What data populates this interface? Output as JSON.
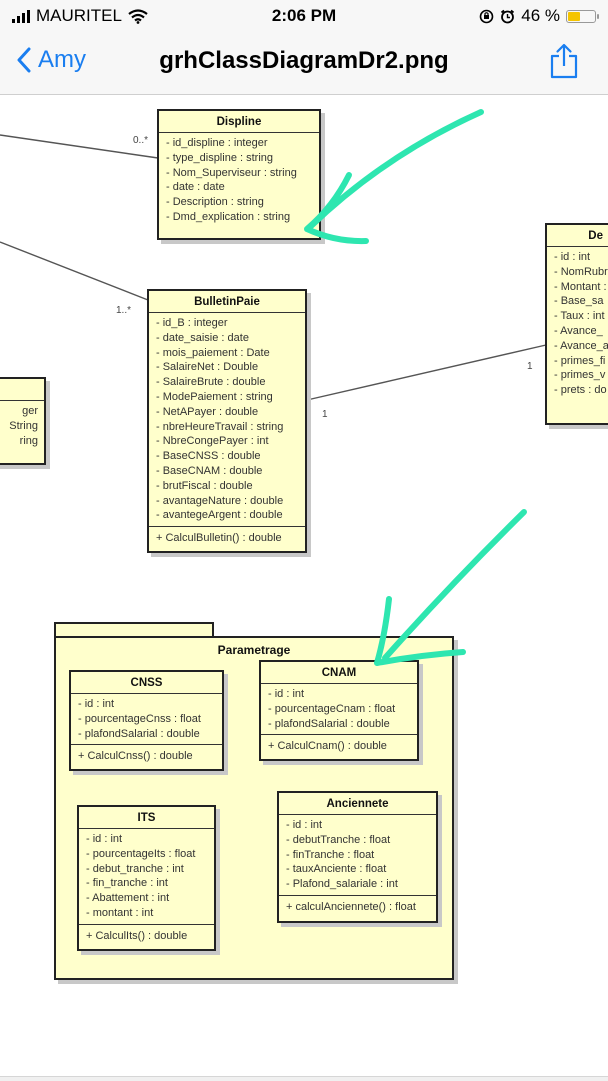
{
  "status": {
    "carrier": "MAURITEL",
    "time": "2:06 PM",
    "battery": "46 %",
    "battery_fraction": 0.46
  },
  "nav": {
    "back_label": "Amy",
    "title": "grhClassDiagramDr2.png"
  },
  "diagram": {
    "discipline": {
      "name": "Displine",
      "attributes": [
        "- id_displine : integer",
        "- type_displine : string",
        "- Nom_Superviseur : string",
        "- date : date",
        "- Description : string",
        "- Dmd_explication : string"
      ]
    },
    "bulletin": {
      "name": "BulletinPaie",
      "attributes": [
        "- id_B : integer",
        "- date_saisie : date",
        "- mois_paiement : Date",
        "- SalaireNet : Double",
        "- SalaireBrute : double",
        "- ModePaiement : string",
        "- NetAPayer : double",
        "- nbreHeureTravail : string",
        "- NbreCongePayer : int",
        "- BaseCNSS : double",
        "- BaseCNAM : double",
        "- brutFiscal : double",
        "- avantageNature : double",
        "- avantegeArgent : double"
      ],
      "operations": [
        "+ CalculBulletin() : double"
      ]
    },
    "left_partial": {
      "attributes": [
        "ger",
        "String",
        "ring"
      ]
    },
    "right_partial": {
      "name": "De",
      "attributes": [
        "- id : int",
        "- NomRubr",
        "- Montant :",
        "- Base_sa",
        "- Taux : int",
        "- Avance_",
        "- Avance_a",
        "- primes_fi",
        "- primes_v",
        "- prets : do"
      ]
    },
    "multiplicities": {
      "m1": "0..*",
      "m2": "1..*",
      "m3": "1",
      "m4": "1"
    },
    "package": {
      "name": "Parametrage",
      "cnss": {
        "name": "CNSS",
        "attributes": [
          "- id : int",
          "- pourcentageCnss : float",
          "- plafondSalarial : double"
        ],
        "operations": [
          "+ CalculCnss() : double"
        ]
      },
      "cnam": {
        "name": "CNAM",
        "attributes": [
          "- id : int",
          "- pourcentageCnam : float",
          "- plafondSalarial : double"
        ],
        "operations": [
          "+ CalculCnam() : double"
        ]
      },
      "its": {
        "name": "ITS",
        "attributes": [
          "- id : int",
          "- pourcentageIts : float",
          "- debut_tranche : int",
          "- fin_tranche : int",
          "- Abattement : int",
          "- montant : int"
        ],
        "operations": [
          "+ CalculIts() : double"
        ]
      },
      "anciennete": {
        "name": "Anciennete",
        "attributes": [
          "- id : int",
          "- debutTranche : float",
          "- finTranche : float",
          "- tauxAnciente : float",
          "- Plafond_salariale : int"
        ],
        "operations": [
          "+ calculAnciennete() : float"
        ]
      }
    }
  },
  "colors": {
    "ios_blue": "#1a7ef0",
    "class_fill": "#ffffcc",
    "annotation": "#2ee6b0",
    "battery": "#f5c400"
  }
}
